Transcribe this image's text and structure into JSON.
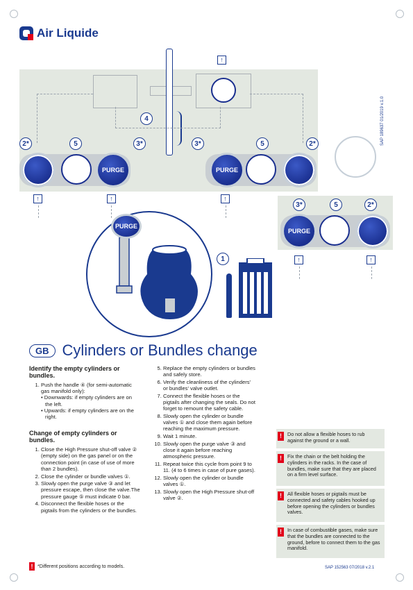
{
  "brand": {
    "name": "Air Liquide"
  },
  "colors": {
    "brand_blue": "#1a3a8f",
    "knob_blue": "#1a2f8f",
    "warning_red": "#e2001a",
    "panel_grey": "#e3e8e1"
  },
  "diagram": {
    "purge_label": "PURGE",
    "marker_2": "2*",
    "marker_3": "3*",
    "marker_4": "4",
    "marker_5": "5",
    "marker_1": "1"
  },
  "side_code": "SAP 189637 01/2019 v.1.0",
  "heading": {
    "lang": "GB",
    "title": "Cylinders or Bundles change"
  },
  "section1": {
    "title": "Identify the empty cylinders or bundles.",
    "item1": "Push the handle ④ (for semi-automatic gas manifold only):",
    "bullet1": "• Downwards: if empty cylinders are on the left.",
    "bullet2": "• Upwards: if empty cylinders are on the right."
  },
  "section2": {
    "title": "Change of empty cylinders or bundles.",
    "steps": [
      "Close the High Pressure shut-off valve ② (empty side) on the gas panel or on the connection point (in case of use of more than 2 bundles).",
      "Close the cylinder or bundle valves ①.",
      "Slowly open the purge valve ③ and let pressure escape, then close the valve.The pressure gauge ⑤ must indicate 0 bar.",
      "Disconnect the flexible hoses or the pigtails from the cylinders or the bundles.",
      "Replace the empty cylinders or bundles and safely store.",
      "Verify the cleanliness of the cylinders' or bundles' valve outlet.",
      "Connect the flexible hoses or the pigtails after changing the seals. Do not forget to remount the safety cable.",
      "Slowly open the cylinder or bundle valves ① and close them again before reaching the maximum pressure.",
      "Wait 1 minute.",
      "Slowly open the purge valve ③ and close it again before reaching atmospheric pressure.",
      "Repeat twice this cycle from point 9 to 11. (4 to 6 times in case of pure gases).",
      "Slowly open the cylinder or bundle valves ①.",
      "Slowly open the High Pressure shut-off valve ②."
    ]
  },
  "warnings": [
    "Do not allow a flexible hoses to rub against the ground or a wall.",
    "Fix the chain or the belt holding the cylinders in the racks. In the case of bundles, make sure that they are placed on a firm level surface.",
    "All flexible hoses or pigtails must be connected and safety cables hooked up before opening the cylinders or bundles valves.",
    "In case of combustible gases, make sure that the bundles are connected to the ground, before to connect them to the gas manifold."
  ],
  "footnote": "*Different positions according to models.",
  "warning_symbol": "!",
  "footer_code": "SAP 152563 07/2018 v.2.1"
}
